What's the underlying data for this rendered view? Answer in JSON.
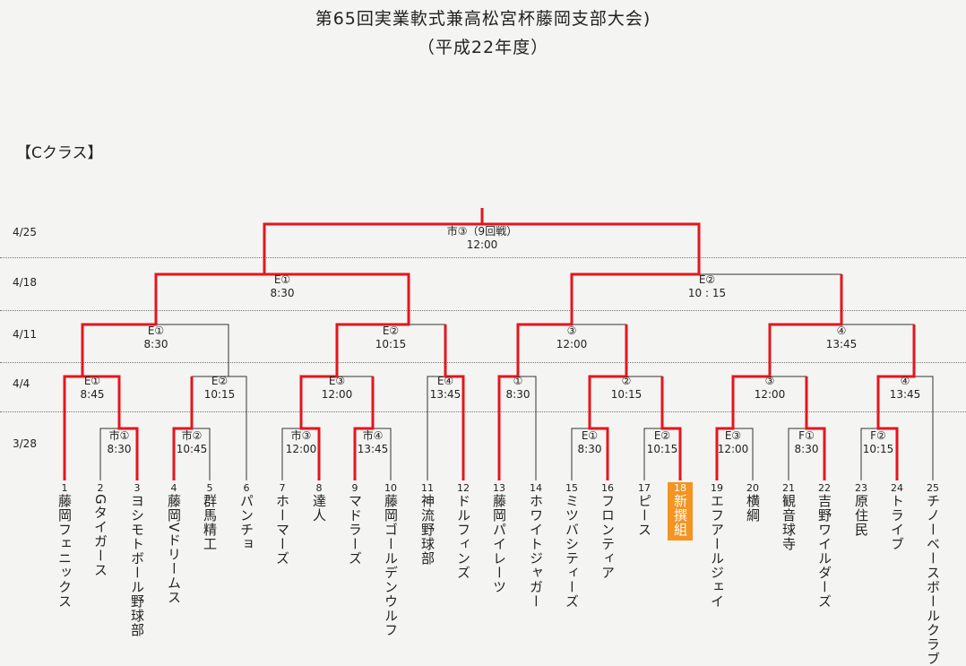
{
  "title": "第65回実業軟式兼高松宮杯藤岡支部大会)",
  "subtitle": "（平成22年度）",
  "class_label": "【Cクラス】",
  "dates": [
    "4/25",
    "4/18",
    "4/11",
    "4/4",
    "3/28"
  ],
  "teams": [
    {
      "num": "1",
      "name": "藤岡フェニックス"
    },
    {
      "num": "2",
      "name": "Gタイガース"
    },
    {
      "num": "3",
      "name": "ヨシモトボール野球部"
    },
    {
      "num": "4",
      "name": "藤岡Vドリームス"
    },
    {
      "num": "5",
      "name": "群馬精工"
    },
    {
      "num": "6",
      "name": "パンチョ"
    },
    {
      "num": "7",
      "name": "ホーマーズ"
    },
    {
      "num": "8",
      "name": "達人"
    },
    {
      "num": "9",
      "name": "マドラーズ"
    },
    {
      "num": "10",
      "name": "藤岡ゴールデンウルフ"
    },
    {
      "num": "11",
      "name": "神流野球部"
    },
    {
      "num": "12",
      "name": "ドルフィンズ"
    },
    {
      "num": "13",
      "name": "藤岡パイレーツ"
    },
    {
      "num": "14",
      "name": "ホワイトジャガー"
    },
    {
      "num": "15",
      "name": "ミツバシティーズ"
    },
    {
      "num": "16",
      "name": "フロンティア"
    },
    {
      "num": "17",
      "name": "ピース"
    },
    {
      "num": "18",
      "name": "新撰組"
    },
    {
      "num": "19",
      "name": "エフアールジェイ"
    },
    {
      "num": "20",
      "name": "横綱"
    },
    {
      "num": "21",
      "name": "観音球寺"
    },
    {
      "num": "22",
      "name": "吉野ワイルダーズ"
    },
    {
      "num": "23",
      "name": "原住民"
    },
    {
      "num": "24",
      "name": "トライブ"
    },
    {
      "num": "25",
      "name": "チノーベースボールクラブ"
    }
  ],
  "highlight_team": "18",
  "matches": [
    {
      "code": "市①",
      "time": "8:30"
    },
    {
      "code": "市②",
      "time": "10:45"
    },
    {
      "code": "市③",
      "time": "12:00"
    },
    {
      "code": "市④",
      "time": "13:45"
    },
    {
      "code": "E①",
      "time": "8:30"
    },
    {
      "code": "E②",
      "time": "10:15"
    },
    {
      "code": "F①",
      "time": "8:30"
    },
    {
      "code": "F②",
      "time": "10:15"
    },
    {
      "code": "E③",
      "time": "12:00"
    },
    {
      "code": "E①",
      "time": "8:45"
    },
    {
      "code": "E②",
      "time": "10:15"
    },
    {
      "code": "E③",
      "time": "12:00"
    },
    {
      "code": "E④",
      "time": "13:45"
    },
    {
      "code": "①",
      "time": "8:30"
    },
    {
      "code": "②",
      "time": "10:15"
    },
    {
      "code": "③",
      "time": "12:00"
    },
    {
      "code": "④",
      "time": "13:45"
    },
    {
      "code": "E①",
      "time": "8:30"
    },
    {
      "code": "E②",
      "time": "10:15"
    },
    {
      "code": "③",
      "time": "12:00"
    },
    {
      "code": "④",
      "time": "13:45"
    },
    {
      "code": "E①",
      "time": "8:30"
    },
    {
      "code": "E②",
      "time": "10 : 15"
    },
    {
      "code": "市③（9回戦）",
      "time": "12:00"
    }
  ],
  "colors": {
    "winner_line": "#e3161d",
    "line": "#333333",
    "highlight": "#f39423"
  }
}
